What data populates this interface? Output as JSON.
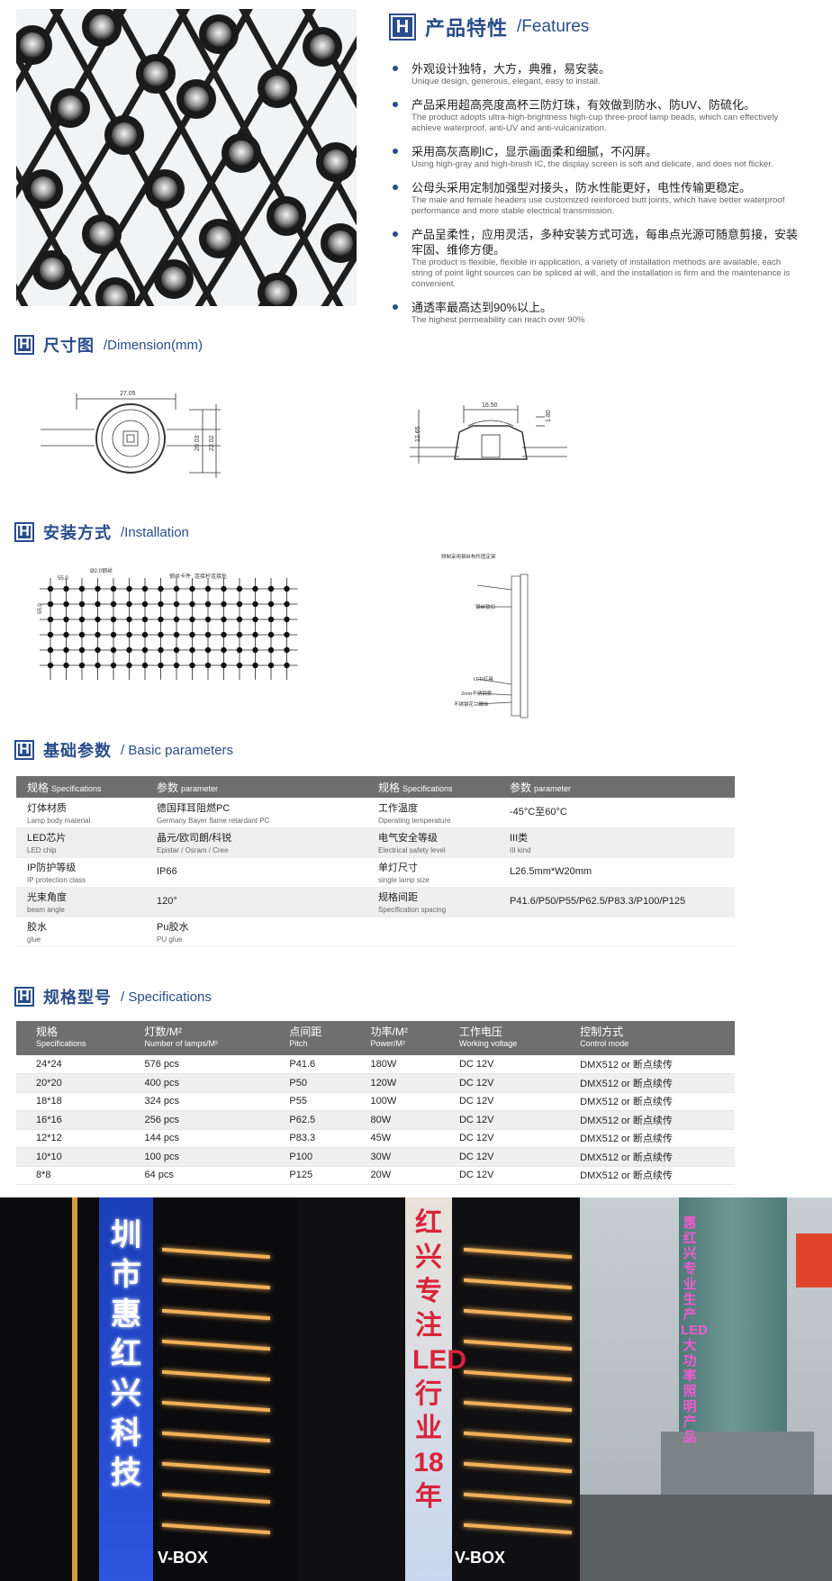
{
  "features": {
    "badge": "H",
    "title_zh": "产品特性",
    "title_en": "/Features",
    "items": [
      {
        "zh": "外观设计独特，大方，典雅，易安装。",
        "en": "Unique design, generous, elegant, easy to install."
      },
      {
        "zh": "产品采用超高亮度高杯三防灯珠，有效做到防水、防UV、防硫化。",
        "en": "The product adopts ultra-high-brightness high-cup three-proof lamp beads, which can effectively achieve waterproof, anti-UV and anti-vulcanization."
      },
      {
        "zh": "采用高灰高刷IC，显示画面柔和细腻，不闪屏。",
        "en": "Using high-gray and high-brush IC, the display screen is soft and delicate, and does not flicker."
      },
      {
        "zh": "公母头采用定制加强型对接头，防水性能更好，电性传输更稳定。",
        "en": "The male and female headers use customized reinforced butt joints, which have better waterproof performance and more stable electrical transmission."
      },
      {
        "zh": "产品呈柔性，应用灵活，多种安装方式可选，每串点光源可随意剪接，安装牢固、维修方便。",
        "en": "The product is flexible, flexible in application, a variety of installation methods are available, each string of point light sources can be spliced at will, and the installation is firm and the maintenance is convenient."
      },
      {
        "zh": "通透率最高达到90%以上。",
        "en": "The highest permeability can reach over 90%"
      }
    ]
  },
  "dimension": {
    "badge": "H",
    "title_zh": "尺寸图",
    "title_en": "/Dimension(mm)",
    "labels": {
      "width": "27.05",
      "h1": "20.03",
      "h2": "22.02",
      "top": "16.50",
      "cap": "1.80",
      "height": "12.65"
    }
  },
  "installation": {
    "badge": "H",
    "title_zh": "安装方式",
    "title_en": "/Installation",
    "labels": {
      "pitch_x": "55.0",
      "pitch_y": "55.0",
      "wire": "Ø2.0钢丝",
      "clip": "钢丝卡件",
      "joint": "连接杆连接处",
      "side1": "侧制采用钢丝构件固定架",
      "side2": "钢丝锁扣",
      "side3": "LED灯具",
      "side4": "2mm不锈钢索",
      "side5": "不锈钢花兰螺丝"
    }
  },
  "basic": {
    "badge": "H",
    "title_zh": "基础参数",
    "title_en": "/ Basic parameters",
    "head": {
      "spec_zh": "规格",
      "spec_en": "Specifications",
      "param_zh": "参数",
      "param_en": "parameter"
    },
    "rows": [
      {
        "k1": "灯体材质",
        "k1e": "Lamp body material",
        "v1": "德国拜耳阻燃PC",
        "v1e": "Germany Bayer flame retardant PC",
        "k2": "工作温度",
        "k2e": "Operating temperature",
        "v2": "-45°C至60°C",
        "v2e": ""
      },
      {
        "k1": "LED芯片",
        "k1e": "LED chip",
        "v1": "晶元/欧司朗/科锐",
        "v1e": "Epistar / Osram / Cree",
        "k2": "电气安全等级",
        "k2e": "Electrical safety level",
        "v2": "III类",
        "v2e": "III kind"
      },
      {
        "k1": "IP防护等级",
        "k1e": "IP protection class",
        "v1": "IP66",
        "v1e": "",
        "k2": "单灯尺寸",
        "k2e": "single lamp size",
        "v2": "L26.5mm*W20mm",
        "v2e": ""
      },
      {
        "k1": "光束角度",
        "k1e": "beam angle",
        "v1": "120°",
        "v1e": "",
        "k2": "规格间距",
        "k2e": "Specification spacing",
        "v2": "P41.6/P50/P55/P62.5/P83.3/P100/P125",
        "v2e": ""
      },
      {
        "k1": "胶水",
        "k1e": "glue",
        "v1": "Pu胶水",
        "v1e": "PU glue",
        "k2": "",
        "k2e": "",
        "v2": "",
        "v2e": ""
      }
    ]
  },
  "specs": {
    "badge": "H",
    "title_zh": "规格型号",
    "title_en": "/ Specifications",
    "head": [
      {
        "zh": "规格",
        "en": "Specifications"
      },
      {
        "zh": "灯数/M²",
        "en": "Number of lamps/M²"
      },
      {
        "zh": "点间距",
        "en": "Pitch"
      },
      {
        "zh": "功率/M²",
        "en": "Power/M²"
      },
      {
        "zh": "工作电压",
        "en": "Working voltage"
      },
      {
        "zh": "控制方式",
        "en": "Control mode"
      }
    ],
    "rows": [
      [
        "24*24",
        "576 pcs",
        "P41.6",
        "180W",
        "DC 12V",
        "DMX512 or 断点续传"
      ],
      [
        "20*20",
        "400 pcs",
        "P50",
        "120W",
        "DC 12V",
        "DMX512 or 断点续传"
      ],
      [
        "18*18",
        "324 pcs",
        "P55",
        "100W",
        "DC 12V",
        "DMX512 or 断点续传"
      ],
      [
        "16*16",
        "256 pcs",
        "P62.5",
        "80W",
        "DC 12V",
        "DMX512 or 断点续传"
      ],
      [
        "12*12",
        "144 pcs",
        "P83.3",
        "45W",
        "DC 12V",
        "DMX512 or 断点续传"
      ],
      [
        "10*10",
        "100 pcs",
        "P100",
        "30W",
        "DC 12V",
        "DMX512 or 断点续传"
      ],
      [
        "8*8",
        "64 pcs",
        "P125",
        "20W",
        "DC 12V",
        "DMX512 or 断点续传"
      ]
    ]
  },
  "photos": {
    "p1_text": "圳市惠红兴科技",
    "p2_text": "红兴专注LED行业18年",
    "p3_text": "惠红兴专业生产LED大功率照明产品",
    "brand": "V-BOX"
  }
}
